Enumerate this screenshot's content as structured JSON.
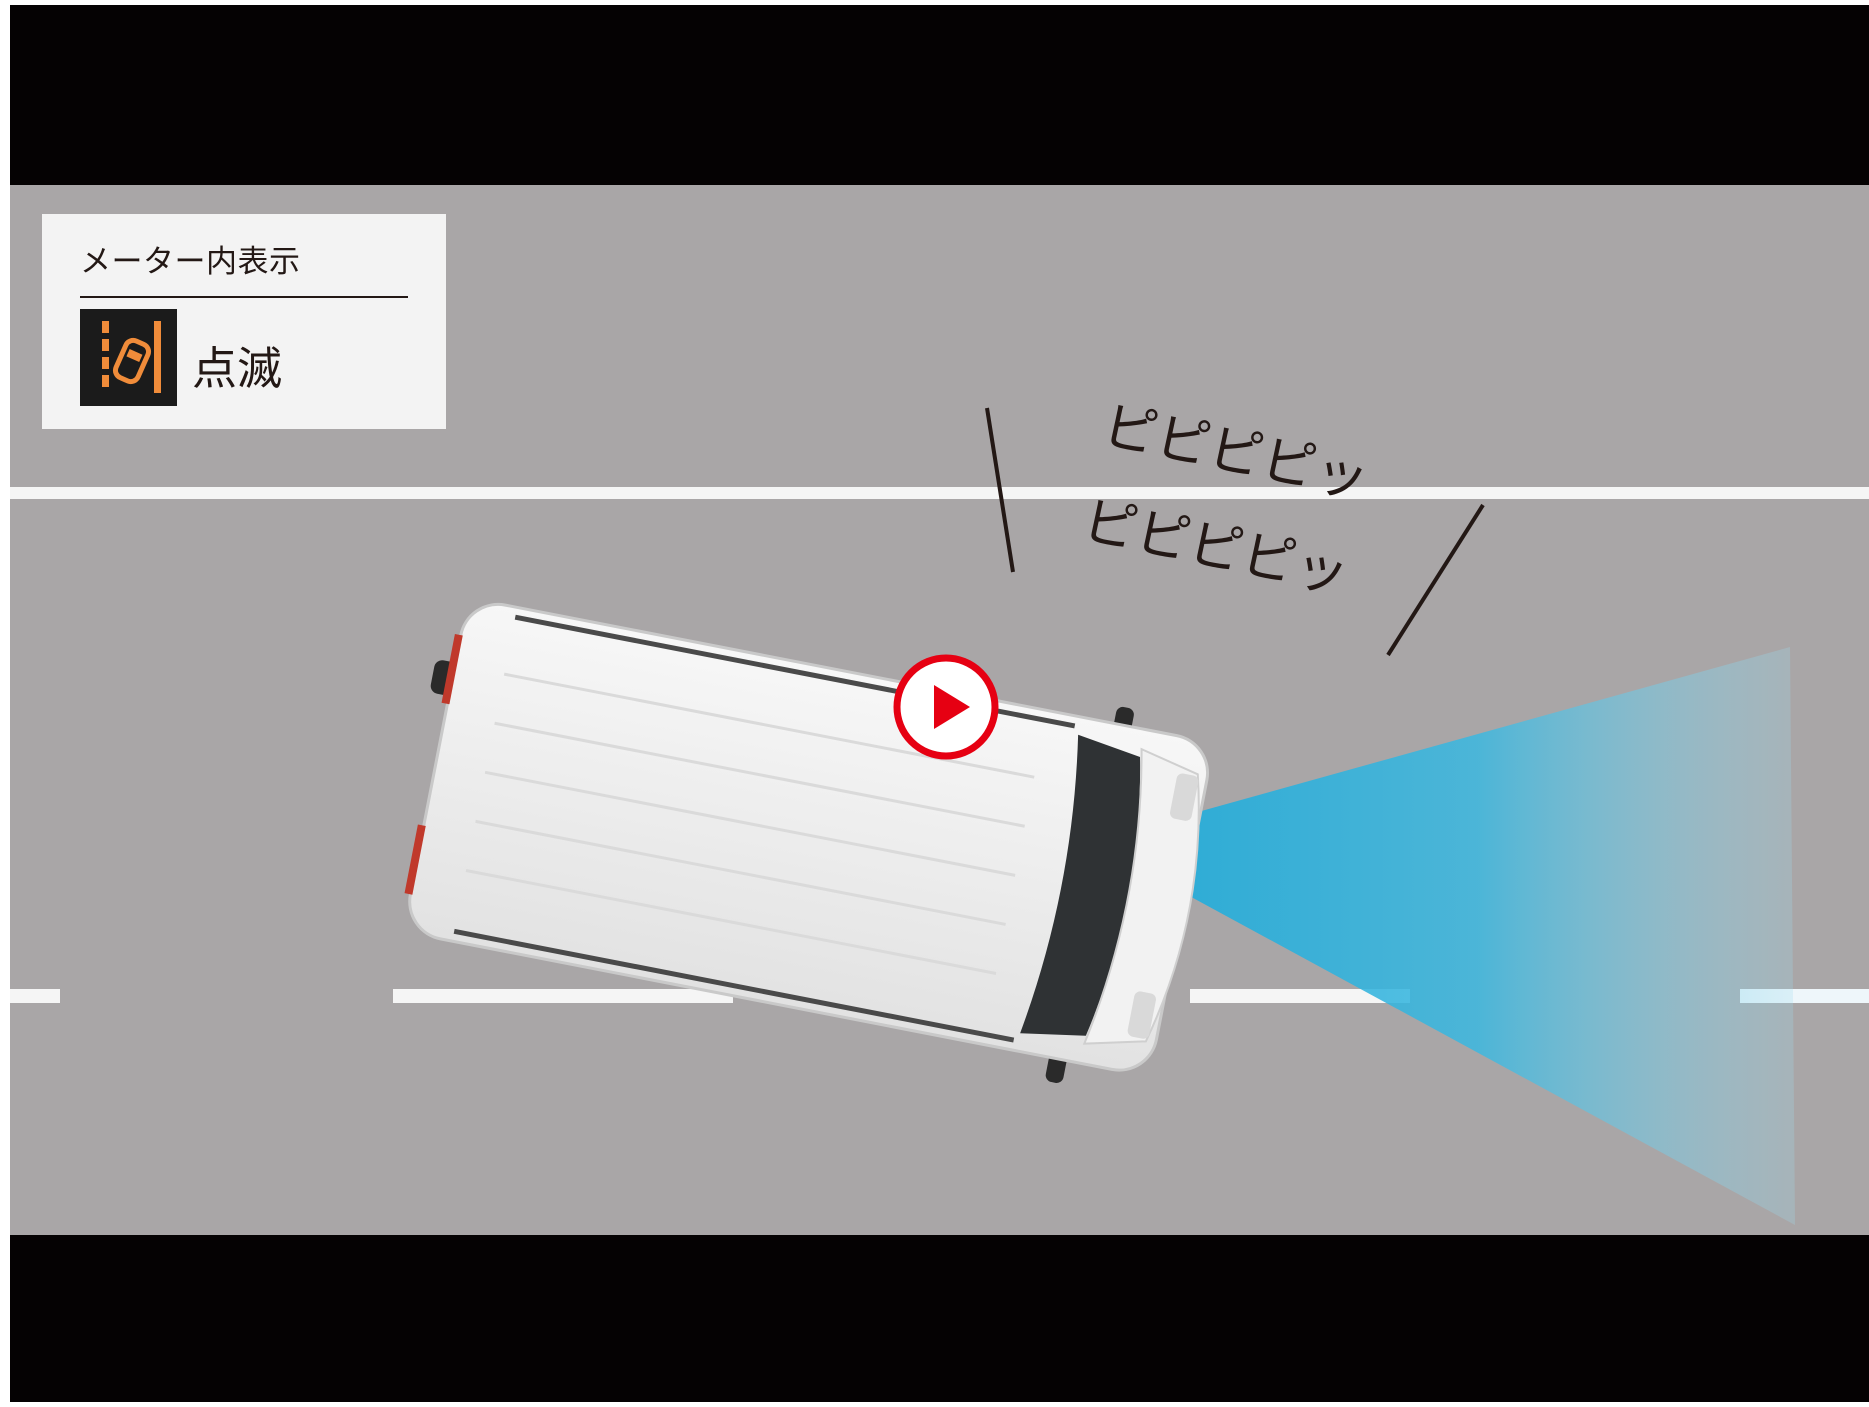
{
  "meter_panel": {
    "title": "メーター内表示",
    "status": "点滅",
    "icon": "lane-departure-warning-icon"
  },
  "sound_effect": {
    "line1": "ピピピピッ",
    "line2": "ピピピピッ"
  },
  "play_button": {
    "icon": "play-icon"
  },
  "colors": {
    "letterbox": "#050203",
    "road": "#a9a6a7",
    "lane_marking": "#f5f5f5",
    "sensor_beam": "#2fb4dc",
    "play_accent": "#e60012",
    "indicator_orange": "#f08c3a",
    "panel_bg": "#f3f3f3",
    "text": "#231815"
  }
}
